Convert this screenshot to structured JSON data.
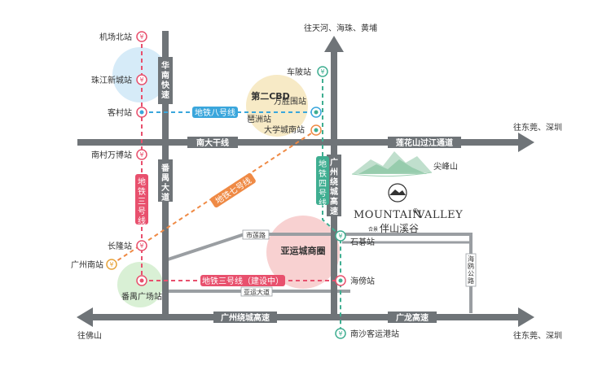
{
  "colors": {
    "road": "#6f7478",
    "road_gray": "#9a9ea2",
    "line3": "#e8506d",
    "line7": "#ef8a45",
    "line8": "#3aa6dc",
    "line4": "#3fae91",
    "cbd_circle": "#f6e8c0",
    "zhujiang_circle": "#cfe7f7",
    "panyu_circle": "#d5eed0",
    "yayun_circle": "#f7c9c9"
  },
  "highways": {
    "huanan": "华南快速",
    "panyu": "番禺大道",
    "guangzhou_ring_v": "广州绕城高速",
    "nanda": "南大干线",
    "lianhuashan": "莲花山过江通道",
    "guangzhou_ring_h": "广州绕城高速",
    "guanglong": "广龙高速",
    "shilian": "市莲路",
    "yayun": "亚运大道",
    "haiyun": "海鸥公路"
  },
  "directions": {
    "north": "往天河、海珠、黄埔",
    "east_top": "往东莞、深圳",
    "east_bottom": "往东莞、深圳",
    "west": "往佛山"
  },
  "metro_lines": {
    "line3": "地铁三号线",
    "line7": "地铁七号线",
    "line8": "地铁八号线",
    "line4": "地铁四号线",
    "line3_ext": "地铁三号线（建设中）"
  },
  "stations": {
    "jichangbei": "机场北站",
    "zhujiangxincheng": "珠江新城站",
    "kecun": "客村站",
    "nancunwanbo": "南村万博站",
    "changlong": "长隆站",
    "guangzhounan": "广州南站",
    "panyuguangchang": "番禺广场站",
    "chebei": "车陂站",
    "wanshengwei": "万胜围站",
    "pazhou": "琶洲站",
    "daxuechengnan": "大学城南站",
    "shibi": "石碁站",
    "haibang": "海傍站",
    "nanshakeyungang": "南沙客运港站"
  },
  "areas": {
    "cbd": "第二CBD",
    "yayuncheng": "亚运城商圈",
    "jianfeng": "尖峰山"
  },
  "brand": {
    "en_mountain": "MOUNTAIN",
    "en_valley": "VALLEY",
    "reg": "®",
    "cn": "伴山溪谷",
    "cn_prefix": "合景"
  },
  "station_symbol": "¥"
}
